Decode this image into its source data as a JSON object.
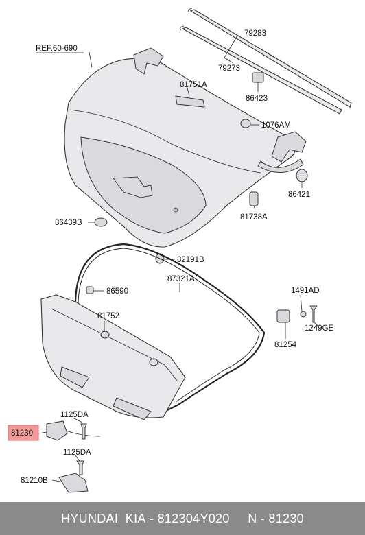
{
  "labels": {
    "ref": "REF.60-690",
    "p79283": "79283",
    "p79273": "79273",
    "p81751A": "81751A",
    "p86423": "86423",
    "p1076AM": "1076AM",
    "p86421": "86421",
    "p81738A": "81738A",
    "p86439B": "86439B",
    "p82191B": "82191B",
    "p86590": "86590",
    "p87321A": "87321A",
    "p1491AD": "1491AD",
    "p1249GE": "1249GE",
    "p81752": "81752",
    "p81254": "81254",
    "p1125DA_top": "1125DA",
    "p81230": "81230",
    "p1125DA_bot": "1125DA",
    "p81210B": "81210B"
  },
  "footer": {
    "brand": "HYUNDAI  KIA",
    "part_number": "812304Y020",
    "ref_number": "N - 81230"
  },
  "colors": {
    "highlight": "#f19a9a",
    "footer_bg": "#8a8a8a"
  }
}
